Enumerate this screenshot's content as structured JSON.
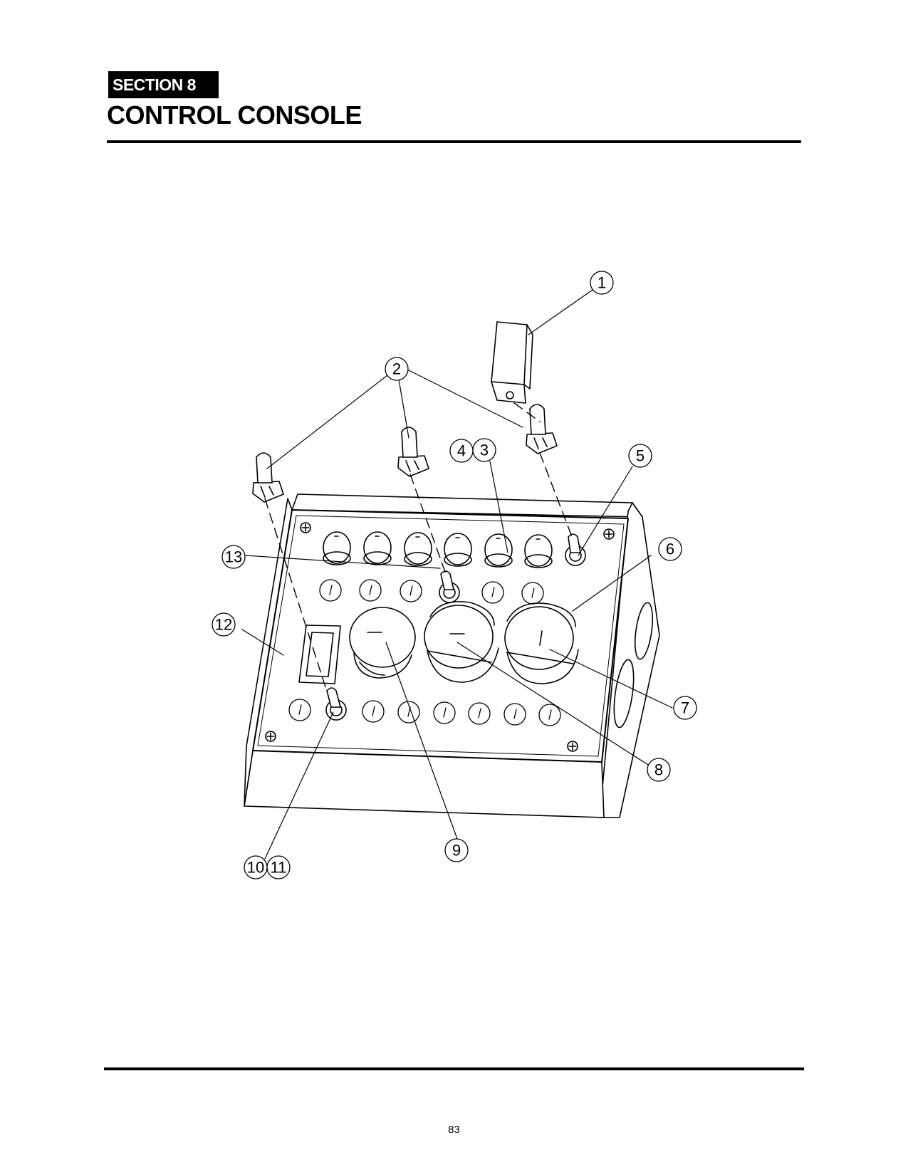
{
  "header": {
    "section_label": "SECTION 8",
    "title": "CONTROL CONSOLE"
  },
  "diagram": {
    "callouts": {
      "c1": "1",
      "c2": "2",
      "c3": "3",
      "c4": "4",
      "c5": "5",
      "c6": "6",
      "c7": "7",
      "c8": "8",
      "c9": "9",
      "c10": "10",
      "c11": "11",
      "c12": "12",
      "c13": "13"
    }
  },
  "footer": {
    "page_number": "83"
  }
}
